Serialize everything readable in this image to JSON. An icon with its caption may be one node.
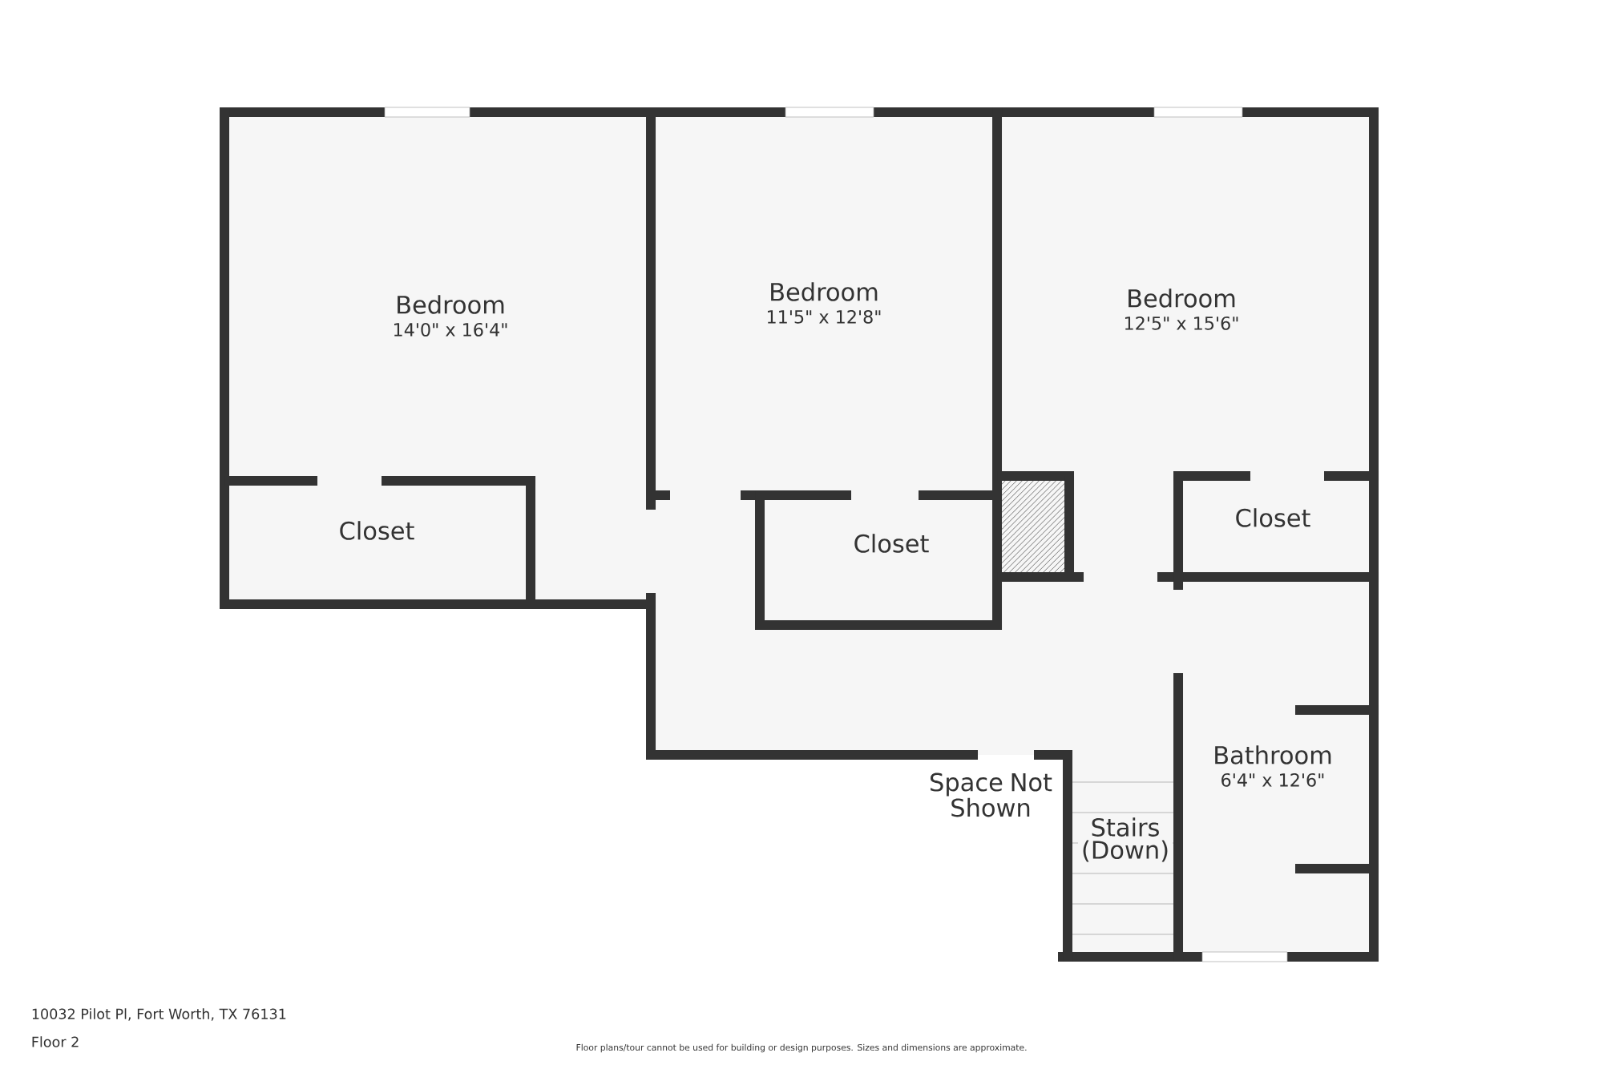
{
  "diagram": {
    "nodes": [
      {
        "text": [
          "Bedroom",
          "14'0\" x 16'4\""
        ]
      },
      {
        "text": [
          "Bedroom",
          "11'5\" x 12'8\""
        ]
      },
      {
        "text": [
          "Bedroom",
          "12'5\" x 15'6\""
        ]
      },
      {
        "text": [
          "Closet"
        ]
      },
      {
        "text": [
          "Closet"
        ]
      },
      {
        "text": [
          "Closet"
        ]
      },
      {
        "text": [
          "Bathroom",
          "6'4\" x 12'6\""
        ]
      },
      {
        "text": [
          "Stairs (Down)"
        ]
      }
    ],
    "labels": [
      "Space Not Shown",
      "10032 Pilot Pl, Fort Worth, TX 76131",
      "Floor 2",
      "Floor plans/tour cannot be used for building or design purposes. Sizes and dimensions are approximate."
    ]
  }
}
